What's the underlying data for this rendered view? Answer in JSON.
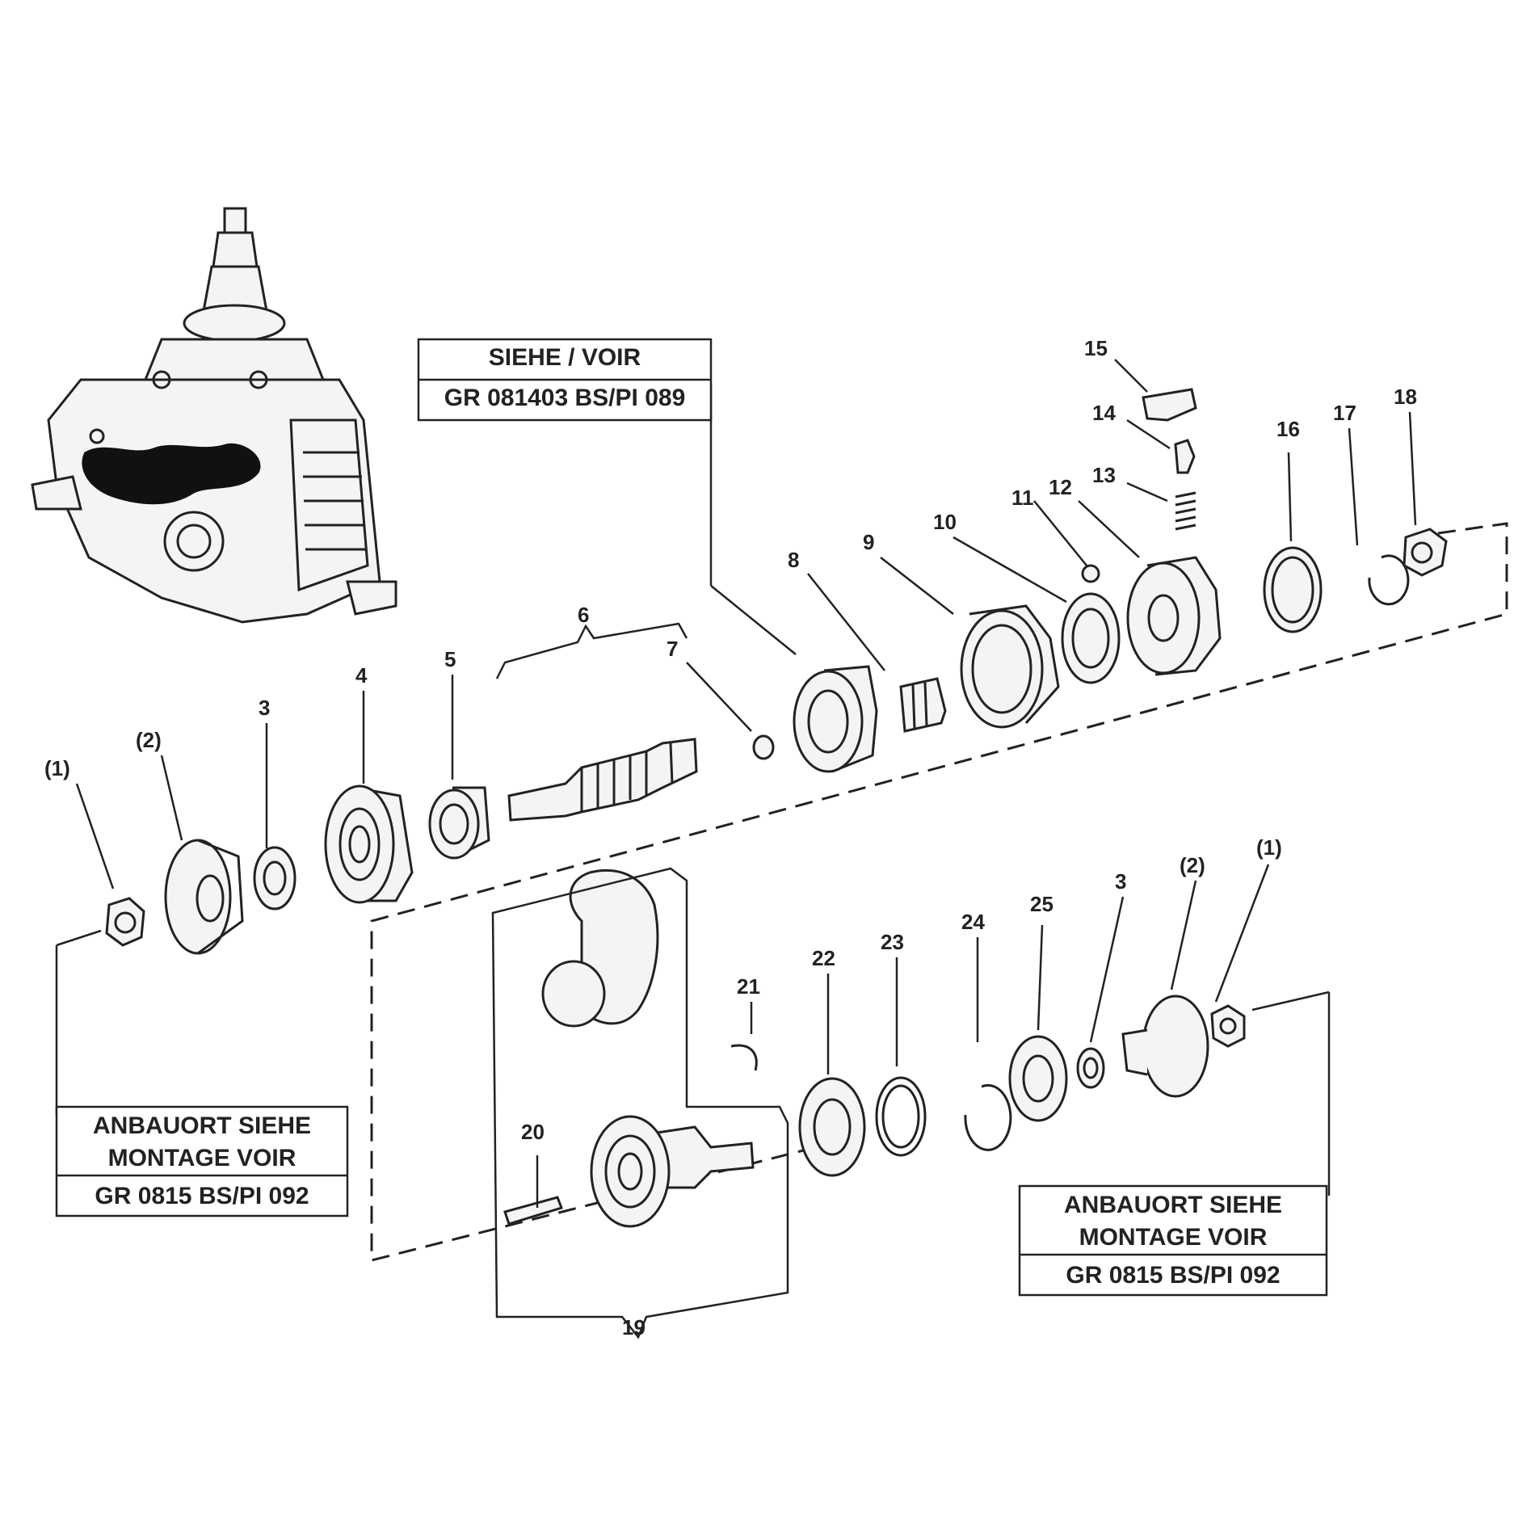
{
  "ref_boxes": {
    "siehe_voir": {
      "line1": "SIEHE / VOIR",
      "line2": "GR  081403  BS/PI 089"
    },
    "anbauort_left": {
      "line1": "ANBAUORT SIEHE",
      "line2": "MONTAGE VOIR",
      "line3": "GR   0815     BS/PI 092"
    },
    "anbauort_right": {
      "line1": "ANBAUORT SIEHE",
      "line2": "MONTAGE VOIR",
      "line3": "GR   0815     BS/PI 092"
    }
  },
  "callouts": {
    "c1_left": "(1)",
    "c2_left": "(2)",
    "c3_top": "3",
    "c4": "4",
    "c5": "5",
    "c6": "6",
    "c7": "7",
    "c8": "8",
    "c9": "9",
    "c10": "10",
    "c11": "11",
    "c12": "12",
    "c13": "13",
    "c14": "14",
    "c15": "15",
    "c16": "16",
    "c17": "17",
    "c18": "18",
    "c19": "19",
    "c20": "20",
    "c21": "21",
    "c22": "22",
    "c23": "23",
    "c24": "24",
    "c25": "25",
    "c3_bottom": "3",
    "c2_right": "(2)",
    "c1_right": "(1)"
  }
}
